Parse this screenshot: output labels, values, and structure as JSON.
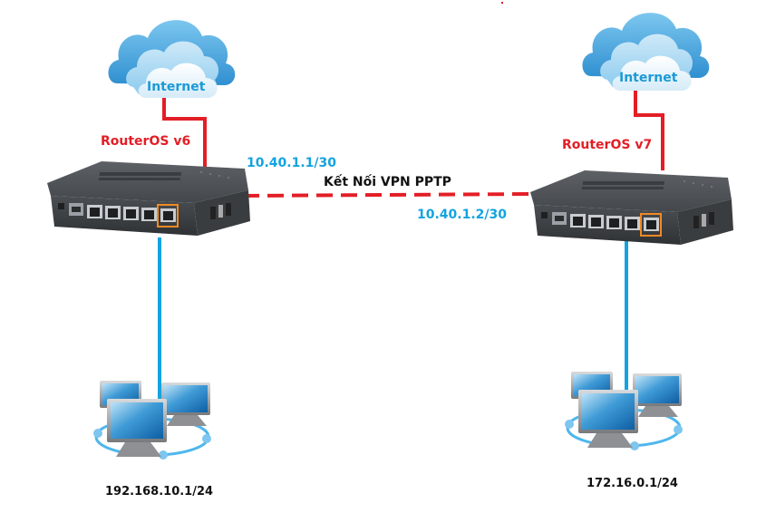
{
  "diagram": {
    "title": "Kết Nối VPN PPTP",
    "colors": {
      "wan_link": "#e31e26",
      "lan_link": "#14a3e0",
      "vpn_link": "#e31e26",
      "label_router": "#e31e26",
      "label_ip": "#14a3e0",
      "cloud_text": "#1c9ad6"
    },
    "left": {
      "cloud_label": "Internet",
      "router_label": "RouterOS v6",
      "tunnel_ip": "10.40.1.1/30",
      "lan_subnet": "192.168.10.1/24"
    },
    "right": {
      "cloud_label": "Internet",
      "router_label": "RouterOS v7",
      "tunnel_ip": "10.40.1.2/30",
      "lan_subnet": "172.16.0.1/24"
    },
    "link": {
      "label": "Kết Nối VPN PPTP",
      "style": "dashed"
    }
  }
}
